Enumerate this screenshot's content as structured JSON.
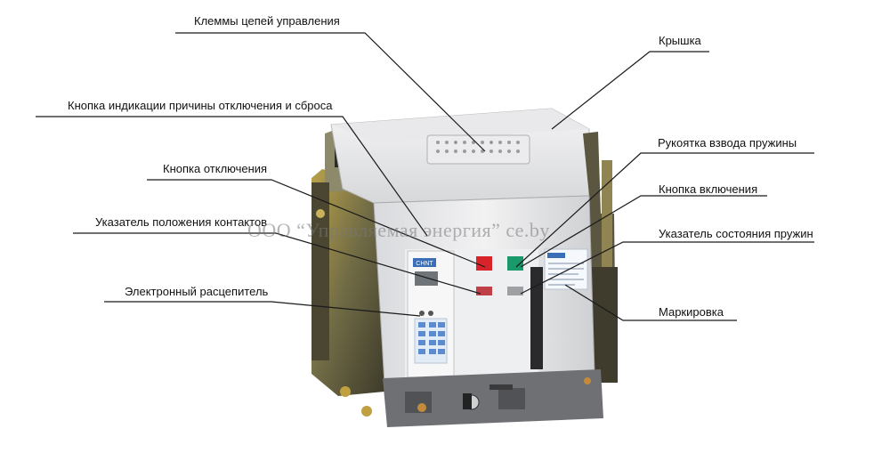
{
  "labels": {
    "control_terminals": "Клеммы цепей управления",
    "cover": "Крышка",
    "trip_reset_button": "Кнопка индикации причины отключения и сброса",
    "spring_handle": "Рукоятка взвода пружины",
    "off_button": "Кнопка отключения",
    "on_button": "Кнопка включения",
    "contact_indicator": "Указатель положения контактов",
    "spring_indicator": "Указатель состояния пружин",
    "electronic_trip": "Электронный расцепитель",
    "marking": "Маркировка"
  },
  "watermark": "ООО “Управляемая энергия” ce.by",
  "device": {
    "brand": "CHNT",
    "nameplate_text": "CHNT"
  },
  "colors": {
    "off_button": "#d8232a",
    "on_button": "#1a9a6c",
    "body": "#e6e7ea",
    "frame": "#8a7a3a"
  }
}
